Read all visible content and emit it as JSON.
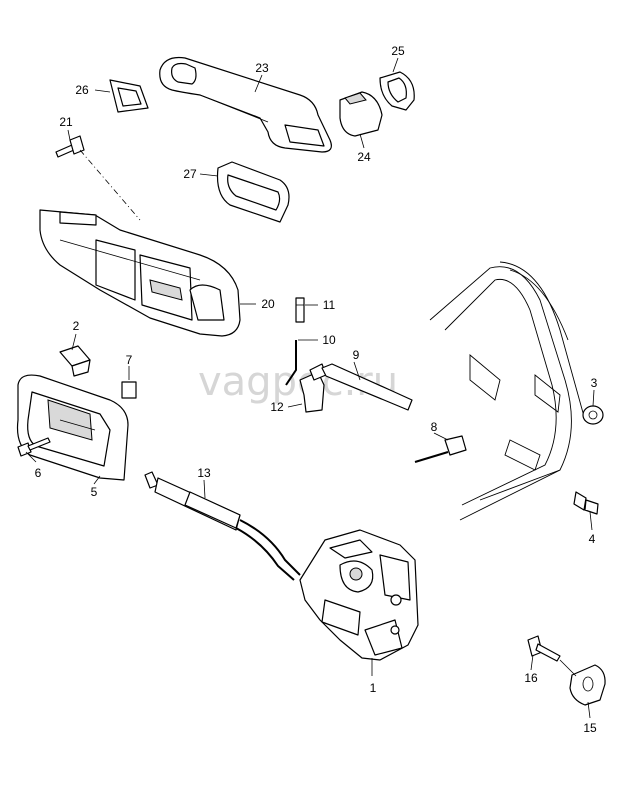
{
  "watermark": "vagpec.ru",
  "callouts": {
    "p1": "1",
    "p2": "2",
    "p3": "3",
    "p4": "4",
    "p5": "5",
    "p6": "6",
    "p7": "7",
    "p8": "8",
    "p9": "9",
    "p10": "10",
    "p11": "11",
    "p12": "12",
    "p13": "13",
    "p15": "15",
    "p16": "16",
    "p20": "20",
    "p21": "21",
    "p23": "23",
    "p24": "24",
    "p25": "25",
    "p26": "26",
    "p27": "27"
  }
}
